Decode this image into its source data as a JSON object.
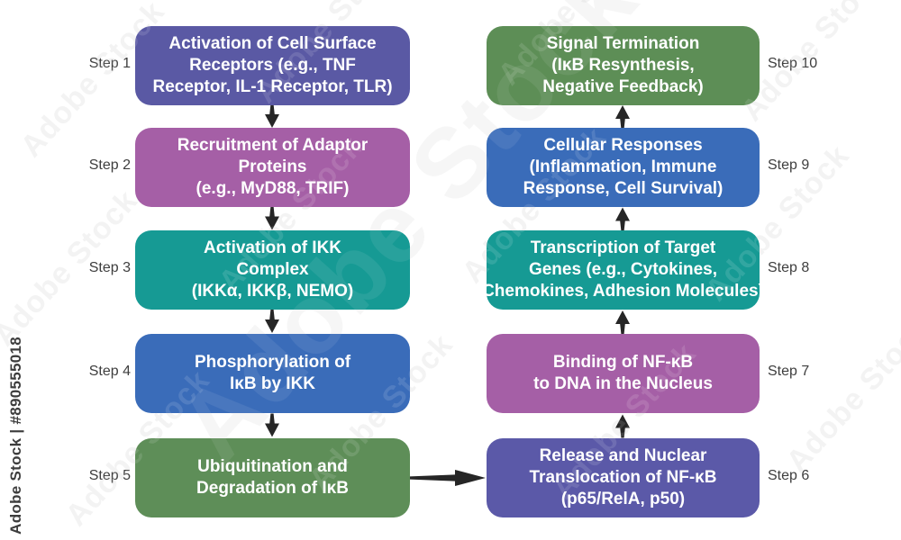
{
  "watermark": {
    "pattern_text": "Adobe Stock",
    "side_label": "Adobe Stock | #890555018"
  },
  "diagram": {
    "steps": [
      {
        "label": "Step 1",
        "color": "#5a59a4",
        "lines": [
          "Activation of Cell Surface",
          "Receptors (e.g., TNF",
          "Receptor, IL-1 Receptor, TLR)"
        ]
      },
      {
        "label": "Step 2",
        "color": "#a55fa6",
        "lines": [
          "Recruitment of Adaptor",
          "Proteins",
          "(e.g., MyD88, TRIF)"
        ]
      },
      {
        "label": "Step 3",
        "color": "#169a94",
        "lines": [
          "Activation of IKK",
          "Complex",
          "(IKKα, IKKβ, NEMO)"
        ]
      },
      {
        "label": "Step 4",
        "color": "#3a6cb9",
        "lines": [
          "Phosphorylation of",
          "IκB by IKK"
        ]
      },
      {
        "label": "Step 5",
        "color": "#5e8e58",
        "lines": [
          "Ubiquitination and",
          "Degradation of IκB"
        ]
      },
      {
        "label": "Step 6",
        "color": "#5b59a8",
        "lines": [
          "Release and Nuclear",
          "Translocation of NF-κB",
          "(p65/RelA, p50)"
        ]
      },
      {
        "label": "Step 7",
        "color": "#a55fa6",
        "lines": [
          "Binding of NF-κB",
          "to DNA in the Nucleus"
        ]
      },
      {
        "label": "Step 8",
        "color": "#169a94",
        "lines": [
          "Transcription of Target",
          "Genes (e.g., Cytokines,",
          "Chemokines, Adhesion Molecules)"
        ]
      },
      {
        "label": "Step 9",
        "color": "#3a6cb9",
        "lines": [
          "Cellular Responses",
          "(Inflammation, Immune",
          "Response, Cell Survival)"
        ]
      },
      {
        "label": "Step 10",
        "color": "#5d8e56",
        "lines": [
          "Signal Termination",
          "(IκB Resynthesis,",
          "Negative Feedback)"
        ]
      }
    ]
  }
}
